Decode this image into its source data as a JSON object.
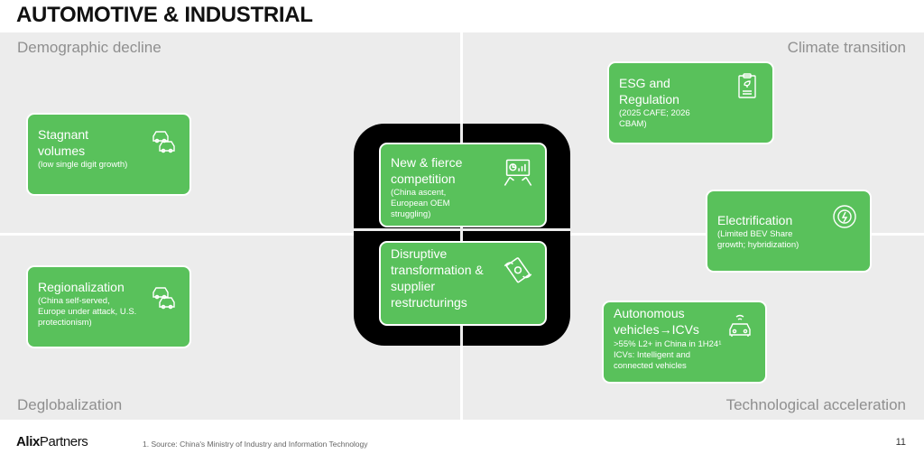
{
  "title": "AUTOMOTIVE & INDUSTRIAL",
  "corners": {
    "top_left": "Demographic decline",
    "top_right": "Climate transition",
    "bottom_left": "Deglobalization",
    "bottom_right": "Technological acceleration"
  },
  "cards": {
    "stagnant": {
      "title": "Stagnant volumes",
      "sub": "(low single digit growth)",
      "icon": "cars-icon"
    },
    "regionalization": {
      "title": "Regionalization",
      "sub": "(China self-served, Europe under attack, U.S. protectionism)",
      "icon": "cars-icon"
    },
    "competition": {
      "title": "New & fierce competition",
      "sub": "(China ascent, European OEM struggling)",
      "icon": "handshake-chart-icon"
    },
    "disruptive": {
      "title": "Disruptive transformation & supplier restructurings",
      "sub": "",
      "icon": "flying-money-icon"
    },
    "esg": {
      "title": "ESG and Regulation",
      "sub": "(2025 CAFE; 2026 CBAM)",
      "icon": "clipboard-leaf-icon"
    },
    "electrification": {
      "title": "Electrification",
      "sub": "(Limited BEV Share growth; hybridization)",
      "icon": "charging-icon"
    },
    "autonomous": {
      "title": "Autonomous vehicles→ICVs",
      "sub": ">55% L2+ in China in 1H24¹ ICVs: Intelligent and connected vehicles",
      "icon": "connected-car-icon"
    }
  },
  "footer": {
    "logo_bold": "Alix",
    "logo_rest": "Partners",
    "footnote": "1. Source: China's Ministry of Industry and Information Technology",
    "page_number": "11"
  },
  "colors": {
    "card_green": "#59c15b",
    "quadrant_bg": "#ececec",
    "center_frame": "#000000"
  }
}
